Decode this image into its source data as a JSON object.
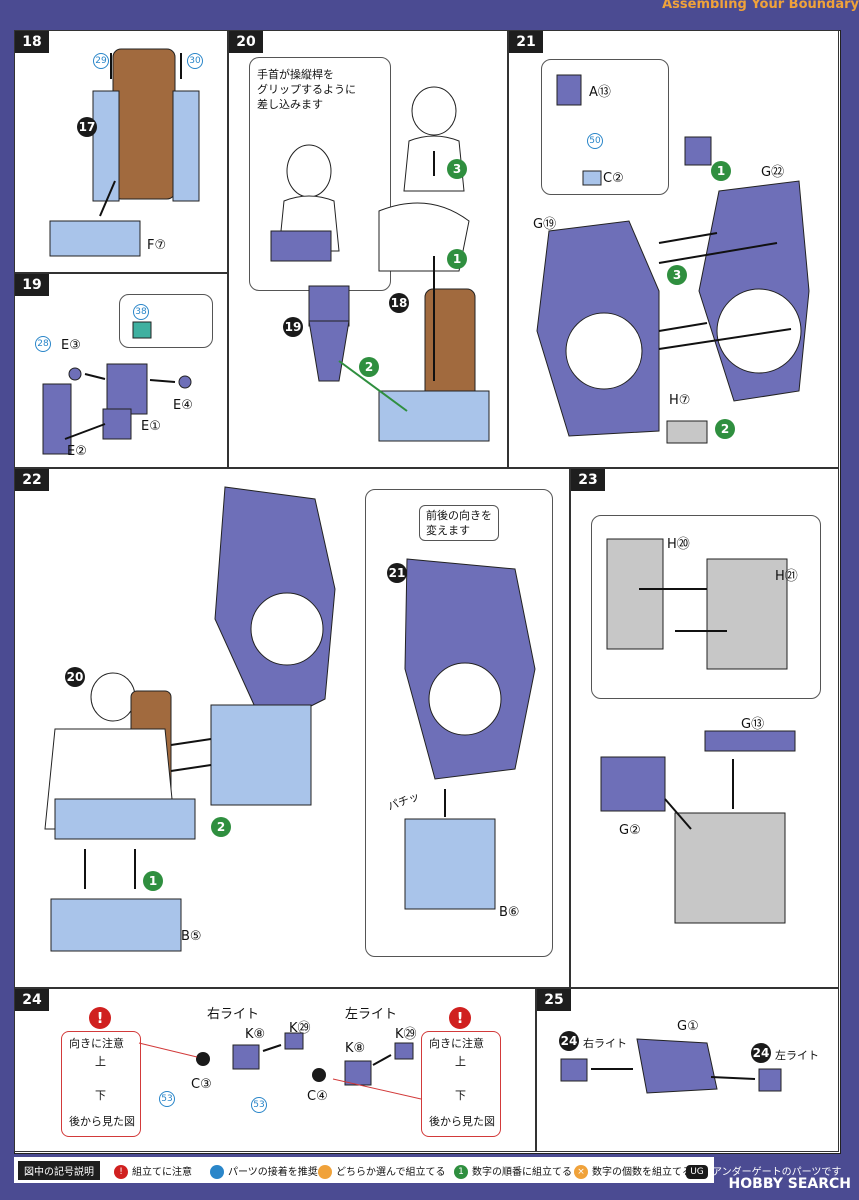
{
  "header": {
    "title": "Assembling Your Boundary"
  },
  "steps": {
    "s18": {
      "num": "18",
      "circ17": "17",
      "part": "F⑦",
      "glue1": "29",
      "glue2": "30"
    },
    "s19": {
      "num": "19",
      "glue1": "28",
      "glue2": "38",
      "e3": "E③",
      "e4": "E④",
      "e1": "E①",
      "e2": "E②"
    },
    "s20": {
      "num": "20",
      "note": "手首が操縦桿を\nグリップするように\n差し込みます",
      "c3": "3",
      "c1": "1",
      "c2": "2",
      "ref18": "18",
      "ref19": "19"
    },
    "s21": {
      "num": "21",
      "a13": "A⑬",
      "c2": "C②",
      "glue": "50",
      "g22": "G㉒",
      "g19": "G⑲",
      "h7": "H⑦",
      "c1": "1",
      "c3": "3",
      "c2b": "2"
    },
    "s22": {
      "num": "22",
      "ref20": "20",
      "ref21": "21",
      "note": "前後の向きを\n変えます",
      "b5": "B⑤",
      "b6": "B⑥",
      "c1": "1",
      "c2": "2",
      "snap": "パチッ"
    },
    "s23": {
      "num": "23",
      "h20": "H⑳",
      "h21": "H㉑",
      "g13": "G⑬",
      "g2": "G②"
    },
    "s24": {
      "num": "24",
      "right": "右ライト",
      "left": "左ライト",
      "k8a": "K⑧",
      "k29a": "K㉙",
      "k8b": "K⑧",
      "k29b": "K㉙",
      "c3": "C③",
      "c4": "C④",
      "glue1": "53",
      "glue2": "53",
      "caution": "向きに注意",
      "up": "上",
      "down": "下",
      "back": "後から見た図"
    },
    "s25": {
      "num": "25",
      "g1": "G①",
      "right": "右ライト",
      "left": "左ライト",
      "ref24": "24"
    }
  },
  "legend": {
    "title": "図中の記号説明",
    "caution": "組立てに注意",
    "glue": "パーツの接着を推奨",
    "either": "どちらか選んで組立てる",
    "order": "数字の順番に組立てる",
    "count": "数字の個数を組立てる",
    "ug_mark": "UG",
    "ug": "アンダーゲートのパーツです"
  },
  "brand": "HOBBY SEARCH",
  "colors": {
    "border": "#4b4b92",
    "part_blue": "#a9c4ea",
    "part_purple": "#6e6fb8",
    "part_brown": "#a16a3e",
    "part_gray": "#c7c7c7",
    "green": "#2f8f3f",
    "red": "#d0201f"
  }
}
